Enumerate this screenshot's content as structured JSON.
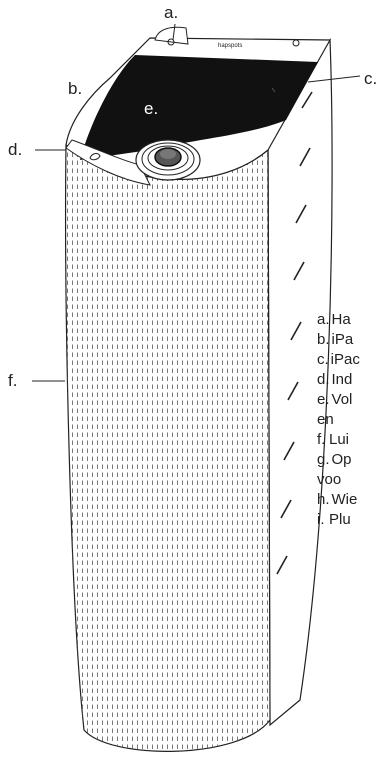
{
  "product": {
    "brand_text": "hapspots"
  },
  "callouts": [
    {
      "id": "a",
      "label": "a."
    },
    {
      "id": "b",
      "label": "b."
    },
    {
      "id": "c",
      "label": "c."
    },
    {
      "id": "d",
      "label": "d."
    },
    {
      "id": "e",
      "label": "e."
    },
    {
      "id": "f",
      "label": "f."
    }
  ],
  "legend": [
    {
      "key": "a.",
      "text": "Ha"
    },
    {
      "key": "b.",
      "text": "iPa"
    },
    {
      "key": "c.",
      "text": "iPac"
    },
    {
      "key": "d.",
      "text": "Ind"
    },
    {
      "key": "e.",
      "text": "Vol",
      "cont": "en"
    },
    {
      "key": "f.",
      "text": "Lui"
    },
    {
      "key": "g.",
      "text": "Op",
      "cont": "voo"
    },
    {
      "key": "h.",
      "text": "Wie"
    },
    {
      "key": "i.",
      "text": "Plu"
    }
  ]
}
